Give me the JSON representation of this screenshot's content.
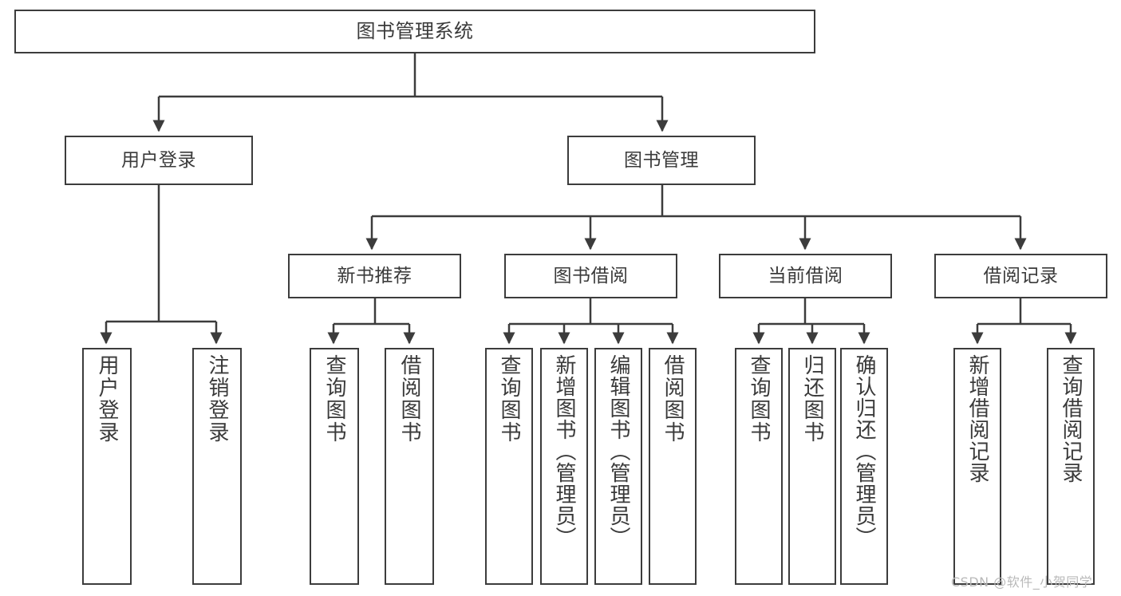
{
  "diagram": {
    "title": "图书管理系统",
    "type": "tree-hierarchy-diagram",
    "root": {
      "label": "图书管理系统"
    },
    "level2": [
      {
        "label": "用户登录"
      },
      {
        "label": "图书管理"
      }
    ],
    "level3": [
      {
        "label": "新书推荐"
      },
      {
        "label": "图书借阅"
      },
      {
        "label": "当前借阅"
      },
      {
        "label": "借阅记录"
      }
    ],
    "leaves": {
      "user_login": [
        {
          "label": "用户登录"
        },
        {
          "label": "注销登录"
        }
      ],
      "new_book_recommend": [
        {
          "label": "查询图书"
        },
        {
          "label": "借阅图书"
        }
      ],
      "book_borrow": [
        {
          "label": "查询图书"
        },
        {
          "label": "新增图书（管理员）"
        },
        {
          "label": "编辑图书（管理员）"
        },
        {
          "label": "借阅图书"
        }
      ],
      "current_borrow": [
        {
          "label": "查询图书"
        },
        {
          "label": "归还图书"
        },
        {
          "label": "确认归还（管理员）"
        }
      ],
      "borrow_record": [
        {
          "label": "新增借阅记录"
        },
        {
          "label": "查询借阅记录"
        }
      ]
    }
  },
  "watermark": {
    "text": "CSDN @软件_小贺同学"
  },
  "colors": {
    "border": "#3c3c3c",
    "text": "#3a3a3a",
    "background": "#ffffff",
    "watermark": "#b9b9b9"
  }
}
